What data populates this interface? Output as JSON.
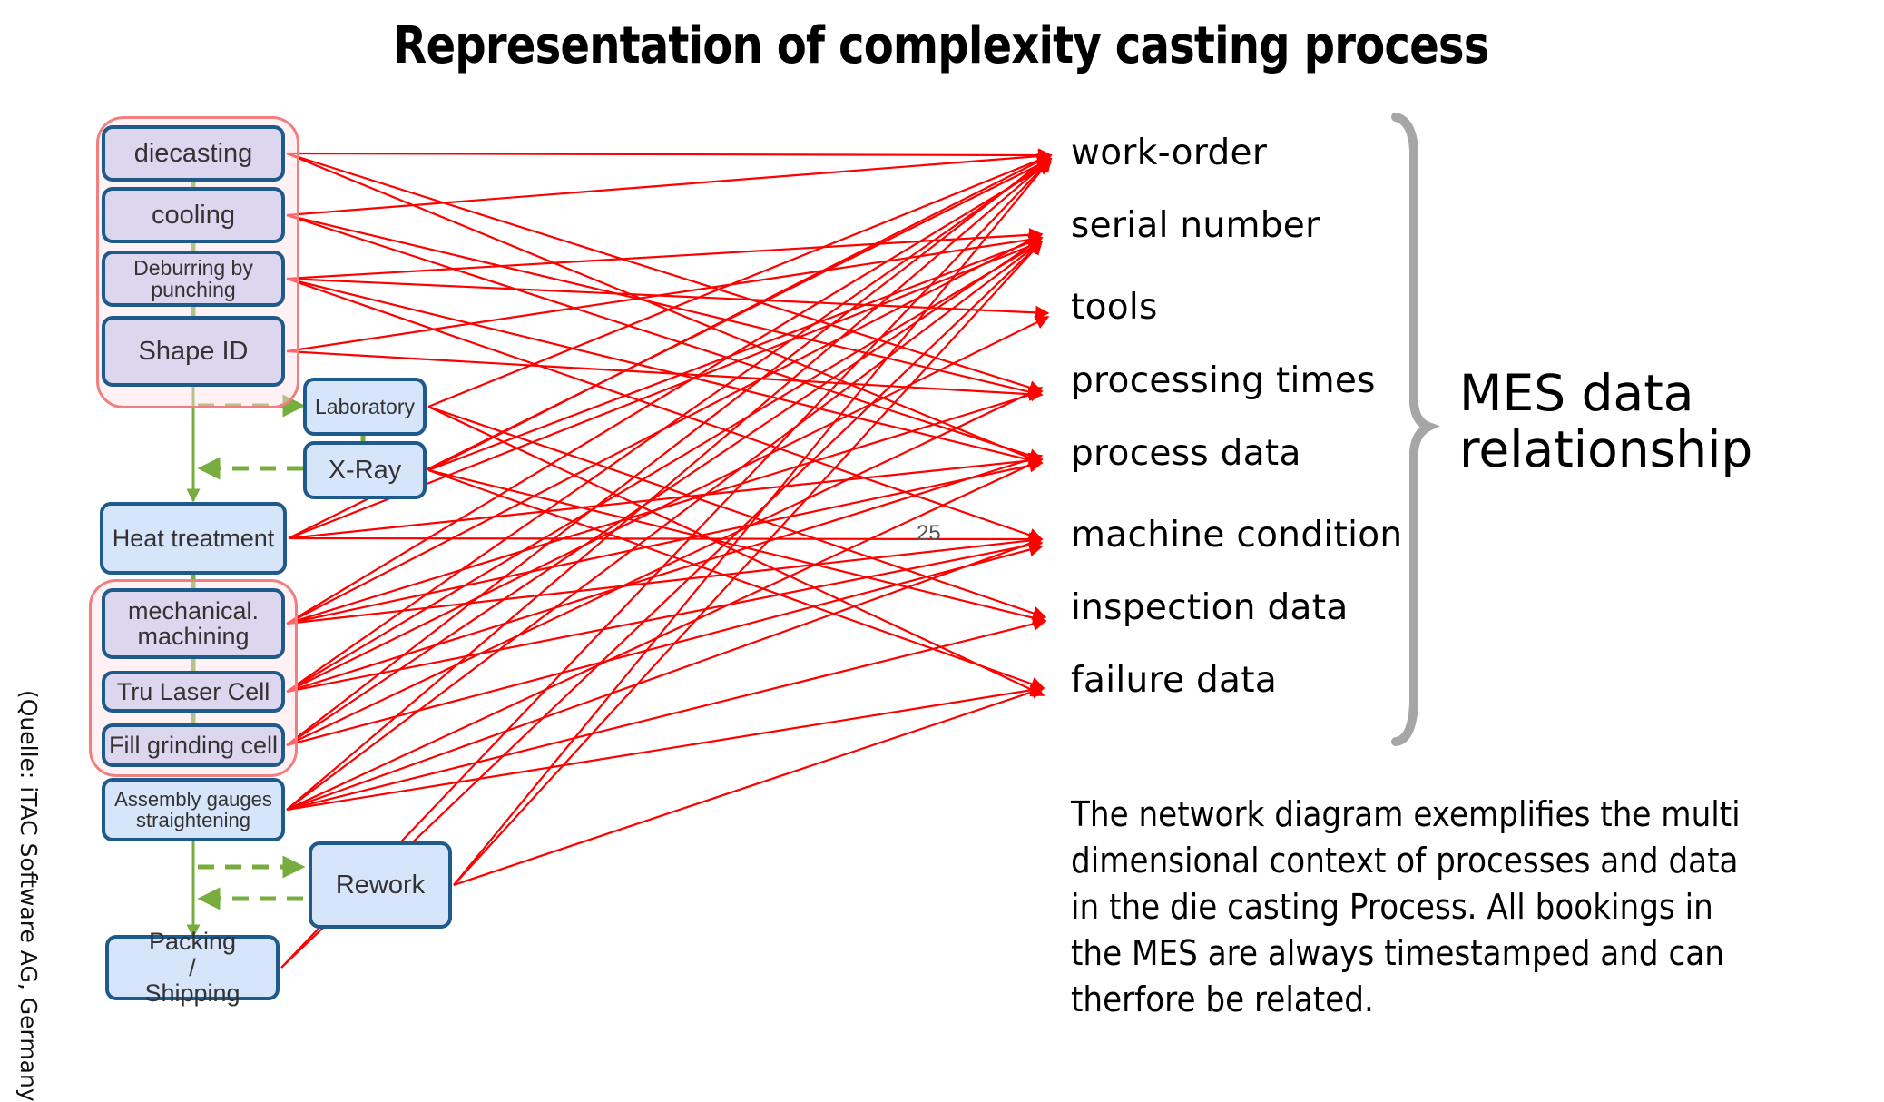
{
  "title": "Representation of complexity casting process",
  "source_note": "(Quelle: iTAC Software AG, Germany",
  "colors": {
    "edge": "#ff0000",
    "flow": "#77ac3f",
    "node_border": "#1f5a8c",
    "group_border": "#f08080",
    "brace": "#a6a6a6"
  },
  "process_nodes": [
    {
      "id": "diecasting",
      "label": "diecasting"
    },
    {
      "id": "cooling",
      "label": "cooling"
    },
    {
      "id": "deburring",
      "label": "Deburring by punching"
    },
    {
      "id": "shape_id",
      "label": "Shape ID"
    },
    {
      "id": "laboratory",
      "label": "Laboratory"
    },
    {
      "id": "xray",
      "label": "X-Ray"
    },
    {
      "id": "heat",
      "label": "Heat treatment"
    },
    {
      "id": "machining",
      "label": "mechanical. machining"
    },
    {
      "id": "laser",
      "label": "Tru Laser Cell"
    },
    {
      "id": "grinding",
      "label": "Fill grinding cell"
    },
    {
      "id": "assembly",
      "label": "Assembly gauges straightening"
    },
    {
      "id": "rework",
      "label": "Rework"
    },
    {
      "id": "packing",
      "label": "Packing / Shipping"
    }
  ],
  "data_targets": [
    {
      "id": "work_order",
      "label": "work-order"
    },
    {
      "id": "serial",
      "label": "serial number"
    },
    {
      "id": "tools",
      "label": "tools"
    },
    {
      "id": "proc_times",
      "label": "processing times"
    },
    {
      "id": "proc_data",
      "label": "process data"
    },
    {
      "id": "machine",
      "label": "machine condition"
    },
    {
      "id": "inspection",
      "label": "inspection data"
    },
    {
      "id": "failure",
      "label": "failure data"
    }
  ],
  "edges": [
    [
      "diecasting",
      "work_order"
    ],
    [
      "diecasting",
      "proc_times"
    ],
    [
      "diecasting",
      "proc_data"
    ],
    [
      "cooling",
      "work_order"
    ],
    [
      "cooling",
      "proc_data"
    ],
    [
      "cooling",
      "proc_times"
    ],
    [
      "deburring",
      "serial"
    ],
    [
      "deburring",
      "tools"
    ],
    [
      "deburring",
      "proc_data"
    ],
    [
      "deburring",
      "machine"
    ],
    [
      "shape_id",
      "serial"
    ],
    [
      "shape_id",
      "proc_times"
    ],
    [
      "laboratory",
      "work_order"
    ],
    [
      "laboratory",
      "inspection"
    ],
    [
      "laboratory",
      "failure"
    ],
    [
      "xray",
      "work_order"
    ],
    [
      "xray",
      "serial"
    ],
    [
      "xray",
      "inspection"
    ],
    [
      "xray",
      "failure"
    ],
    [
      "heat",
      "work_order"
    ],
    [
      "heat",
      "serial"
    ],
    [
      "heat",
      "machine"
    ],
    [
      "heat",
      "proc_data"
    ],
    [
      "machining",
      "work_order"
    ],
    [
      "machining",
      "serial"
    ],
    [
      "machining",
      "proc_times"
    ],
    [
      "machining",
      "proc_data"
    ],
    [
      "machining",
      "machine"
    ],
    [
      "laser",
      "work_order"
    ],
    [
      "laser",
      "serial"
    ],
    [
      "laser",
      "proc_data"
    ],
    [
      "laser",
      "machine"
    ],
    [
      "laser",
      "tools"
    ],
    [
      "grinding",
      "work_order"
    ],
    [
      "grinding",
      "serial"
    ],
    [
      "grinding",
      "machine"
    ],
    [
      "grinding",
      "proc_times"
    ],
    [
      "assembly",
      "work_order"
    ],
    [
      "assembly",
      "serial"
    ],
    [
      "assembly",
      "machine"
    ],
    [
      "assembly",
      "proc_data"
    ],
    [
      "assembly",
      "inspection"
    ],
    [
      "assembly",
      "failure"
    ],
    [
      "rework",
      "work_order"
    ],
    [
      "rework",
      "serial"
    ],
    [
      "rework",
      "failure"
    ],
    [
      "packing",
      "work_order"
    ],
    [
      "packing",
      "serial"
    ]
  ],
  "edge_label": "25",
  "mes_label": [
    "MES data",
    "relationship"
  ],
  "description": "The network diagram exemplifies the multi dimensional context of processes and data in the die casting Process. All bookings in the MES are always timestamped and can therfore be related.",
  "description_lines": [
    "The network diagram exemplifies the multi",
    "dimensional context of processes and data",
    "in the die casting Process. All bookings in",
    "the MES are always timestamped and can",
    "therfore be related."
  ]
}
